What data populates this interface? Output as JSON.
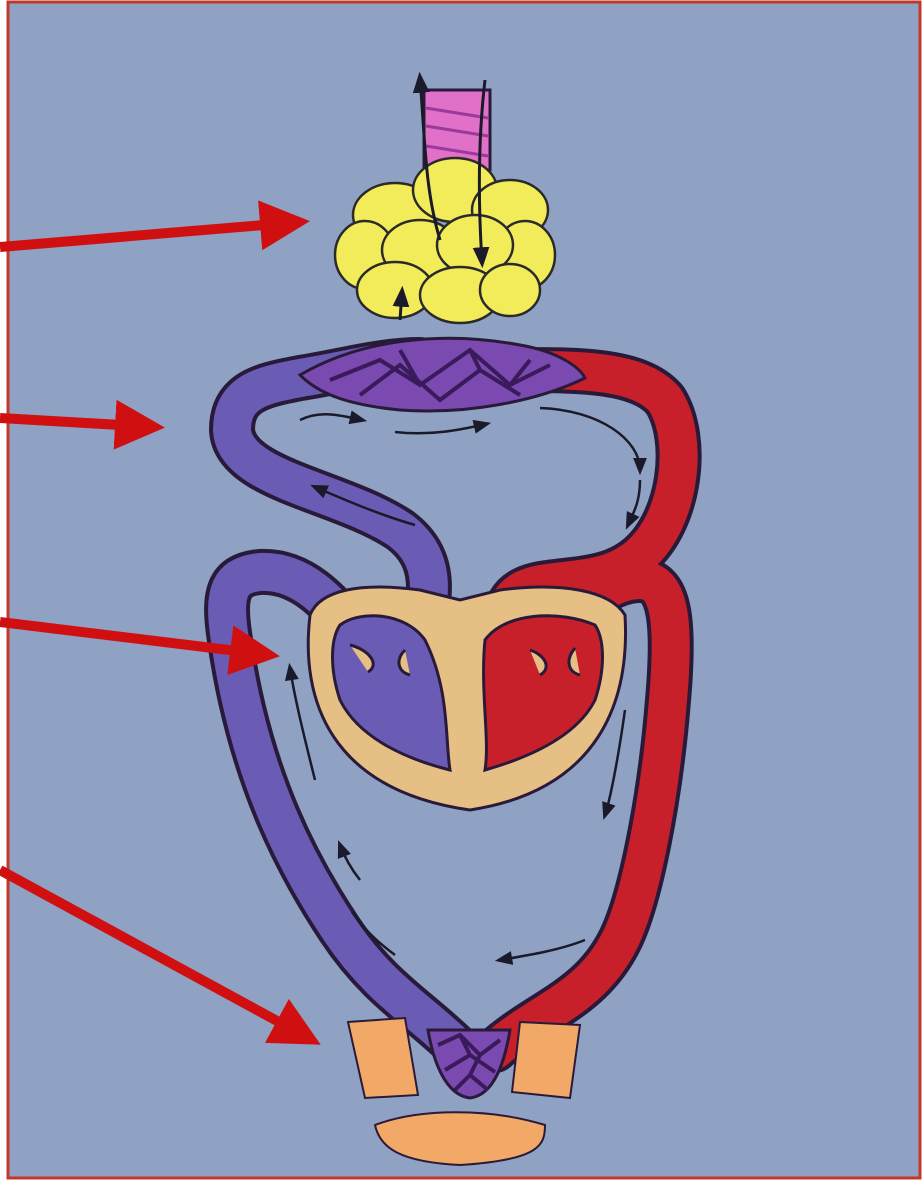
{
  "diagram": {
    "kind": "circulatory-system-illustration",
    "colors": {
      "background": "#8fa2c4",
      "frame": "#c0392b",
      "deoxygenated": "#6a5bb5",
      "oxygenated": "#c8202a",
      "lungs": "#f3ec5a",
      "trachea": "#e070c8",
      "heart_tissue": "#e6bf84",
      "body_tissue": "#f2a866",
      "capillaries": "#4a2a8a",
      "pointer": "#d01010",
      "flow_arrow": "#1a1a2a"
    },
    "pointers": [
      {
        "target": "lungs"
      },
      {
        "target": "pulmonary-circulation"
      },
      {
        "target": "heart"
      },
      {
        "target": "body-capillaries"
      }
    ]
  }
}
